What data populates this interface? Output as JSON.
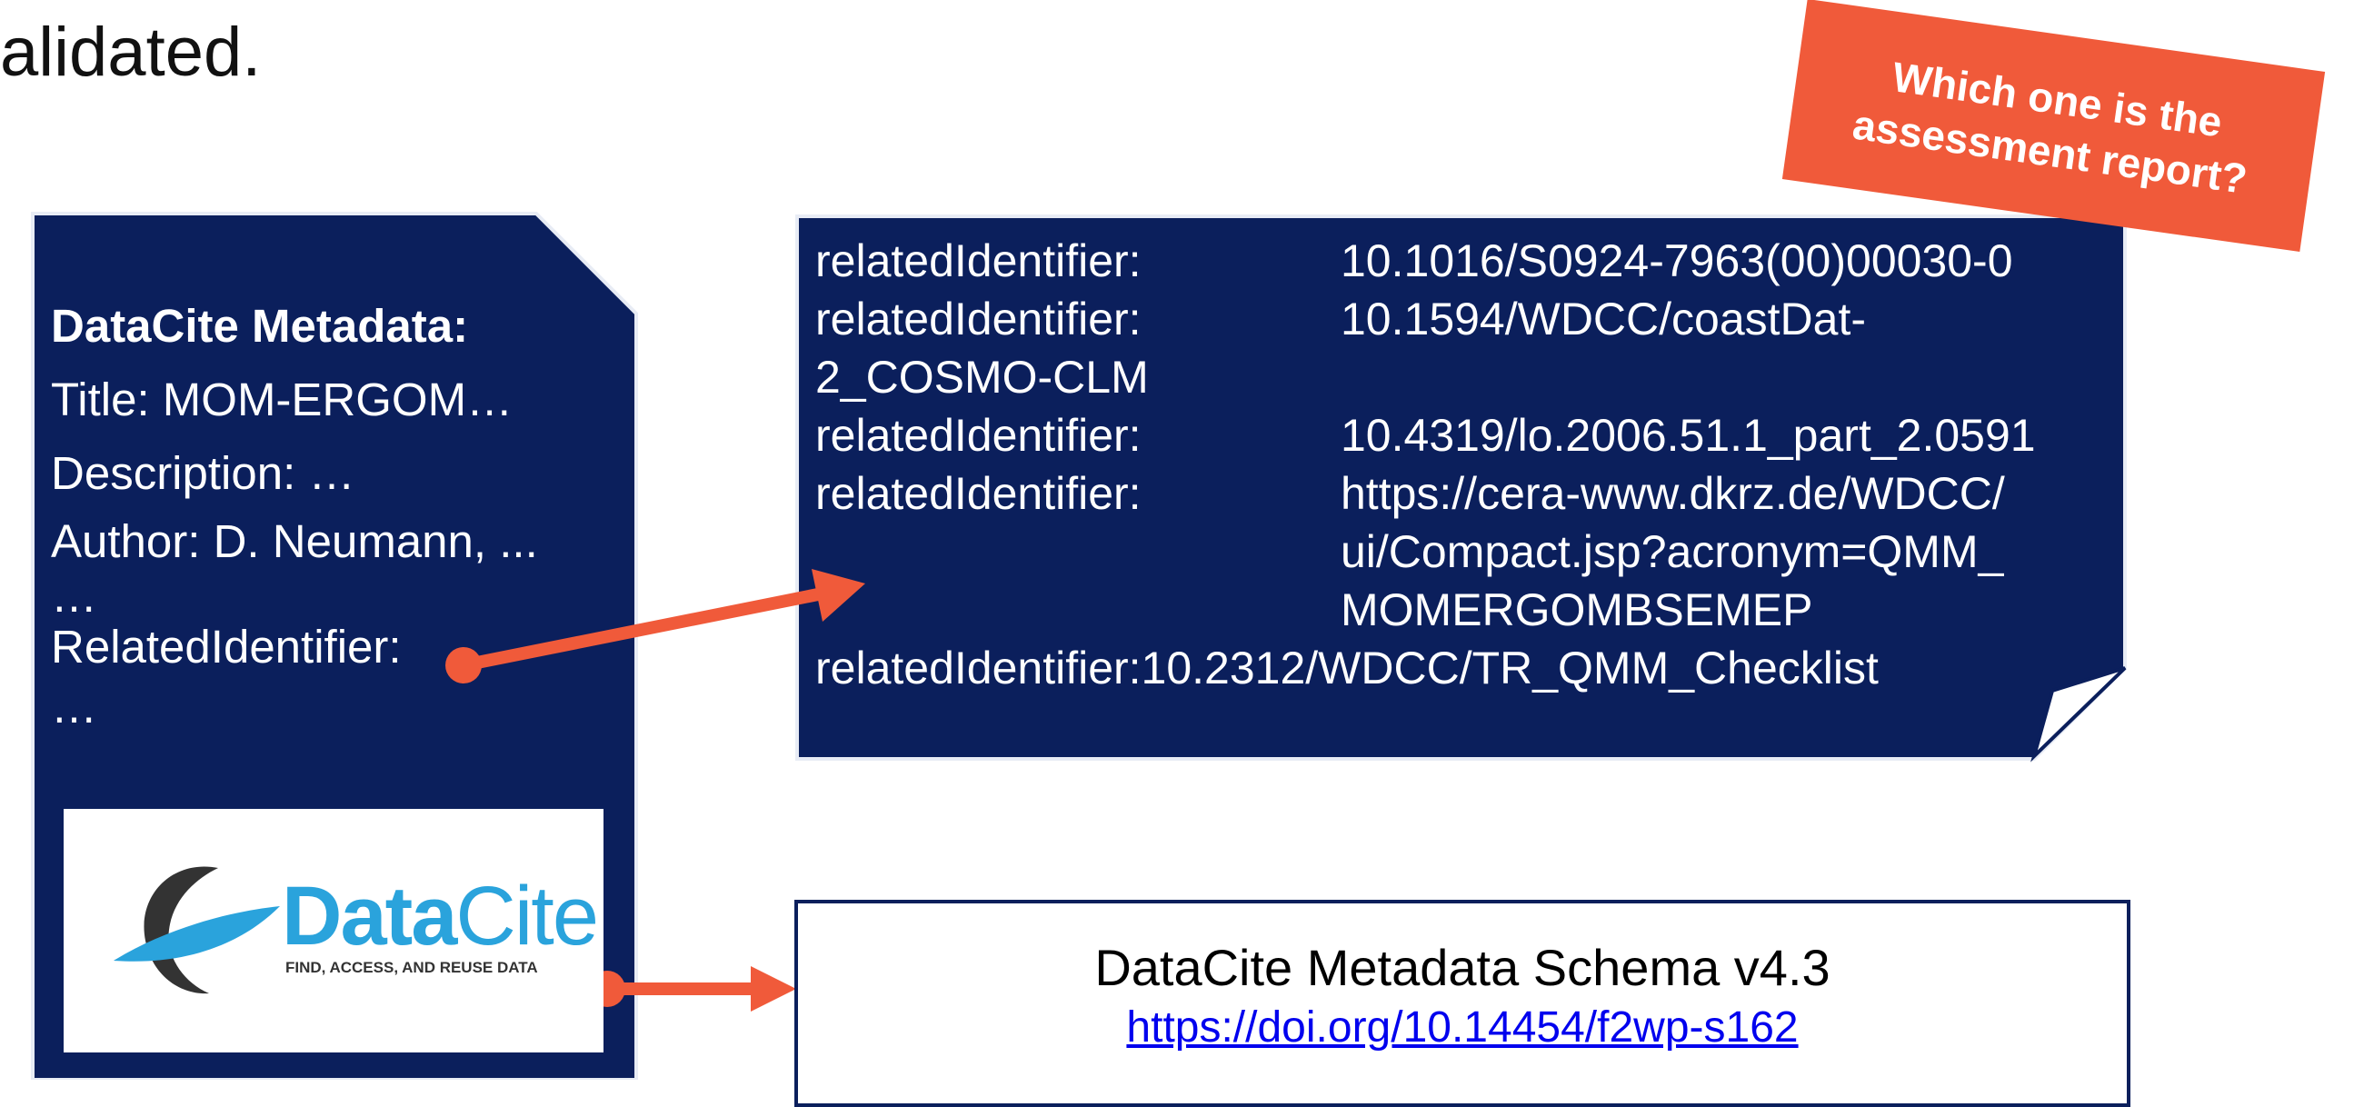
{
  "heading": "alidated.",
  "metadata_card": {
    "title": "DataCite Metadata:",
    "lines": [
      "Title: MOM-ERGOM…",
      "Description: …",
      "Author: D. Neumann, ...",
      "…",
      "RelatedIdentifier:",
      "…"
    ]
  },
  "logo": {
    "word_bold": "Data",
    "word_light": "Cite",
    "tagline": "FIND, ACCESS, AND REUSE DATA"
  },
  "related_card": {
    "rows": [
      {
        "key": "relatedIdentifier:",
        "value": "10.1016/S0924-7963(00)00030-0"
      },
      {
        "key": "relatedIdentifier:",
        "value": "10.1594/WDCC/coastDat-"
      },
      {
        "key": "2_COSMO-CLM",
        "value": ""
      },
      {
        "key": "relatedIdentifier:",
        "value": "10.4319/lo.2006.51.1_part_2.0591"
      },
      {
        "key": "relatedIdentifier:",
        "value": "https://cera-www.dkrz.de/WDCC/"
      },
      {
        "key": "",
        "value": "ui/Compact.jsp?acronym=QMM_"
      },
      {
        "key": "",
        "value": "MOMERGOMBSEMEP"
      }
    ],
    "last_line": "relatedIdentifier:10.2312/WDCC/TR_QMM_Checklist"
  },
  "callout": {
    "line1": "Which one is the",
    "line2": "assessment report?"
  },
  "schema": {
    "title": "DataCite Metadata Schema v4.3",
    "link": "https://doi.org/10.14454/f2wp-s162"
  },
  "colors": {
    "navy": "#0b1f5c",
    "accent": "#f05a3a",
    "link": "#0000ee"
  }
}
